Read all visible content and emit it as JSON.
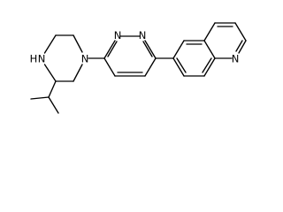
{
  "diagram": {
    "type": "chemical-structure",
    "atom_labels": {
      "piperazine_nh": "N",
      "piperazine_nh_h": "H",
      "piperazine_n": "N",
      "pyridazine_n1": "N",
      "pyridazine_n2": "N",
      "quinoline_n": "N"
    },
    "colors": {
      "bond": "#000000",
      "label": "#000000",
      "background": "#ffffff"
    }
  }
}
